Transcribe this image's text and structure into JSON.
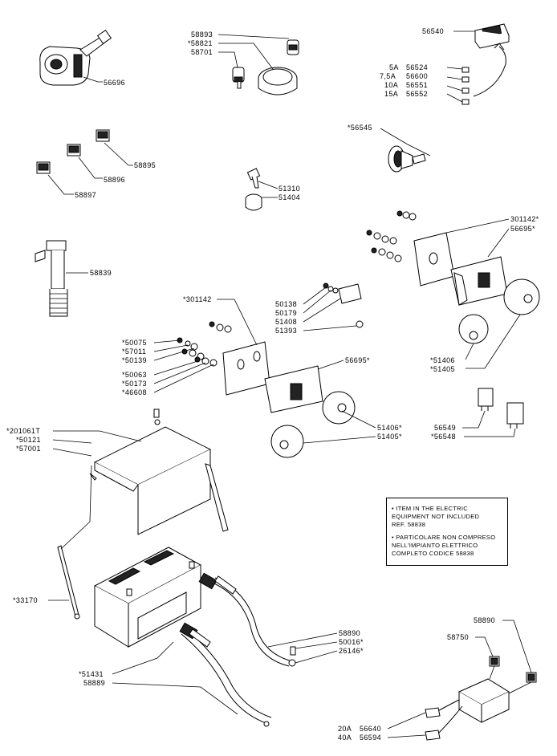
{
  "labels": {
    "l_56696": "56696",
    "l_58893": "58893",
    "l_58821": "*58821",
    "l_58701": "58701",
    "l_56540": "56540",
    "l_5a": "5A",
    "l_75a": "7,5A",
    "l_10a": "10A",
    "l_15a": "15A",
    "l_56524": "56524",
    "l_56600": "56600",
    "l_56551": "56551",
    "l_56552": "56552",
    "l_56545": "*56545",
    "l_58895": "58895",
    "l_58896": "58896",
    "l_58897": "58897",
    "l_51310": "51310",
    "l_51404": "51404",
    "l_301142r": "301142*",
    "l_56695r": "56695*",
    "l_58839": "58839",
    "l_301142l": "*301142",
    "l_50138": "50138",
    "l_50179": "50179",
    "l_51408": "51408",
    "l_51393": "51393",
    "l_50075": "*50075",
    "l_57011": "*57011",
    "l_50139": "*50139",
    "l_50063": "*50063",
    "l_50173": "*50173",
    "l_46608": "*46608",
    "l_56695m": "56695*",
    "l_51406r": "*51406",
    "l_51405r": "*51405",
    "l_51406m": "51406*",
    "l_51405m": "51405*",
    "l_56549": "56549",
    "l_56548": "*56548",
    "l_201061t": "*201061T",
    "l_50121": "*50121",
    "l_57001": "*57001",
    "l_33170": "*33170",
    "l_58890a": "58890",
    "l_50016": "50016*",
    "l_26146": "26146*",
    "l_51431": "*51431",
    "l_58889": "58889",
    "l_58890b": "58890",
    "l_58750": "58750",
    "l_20a": "20A",
    "l_40a": "40A",
    "l_56640": "56640",
    "l_56594": "56594"
  },
  "note": {
    "en": "• ITEM IN THE ELECTRIC\n  EQUIPMENT NOT INCLUDED\n  REF. 58838",
    "it": "• PARTICOLARE NON COMPRESO\n  NELL'IMPIANTO ELETTRICO\n  COMPLETO CODICE 58838"
  }
}
